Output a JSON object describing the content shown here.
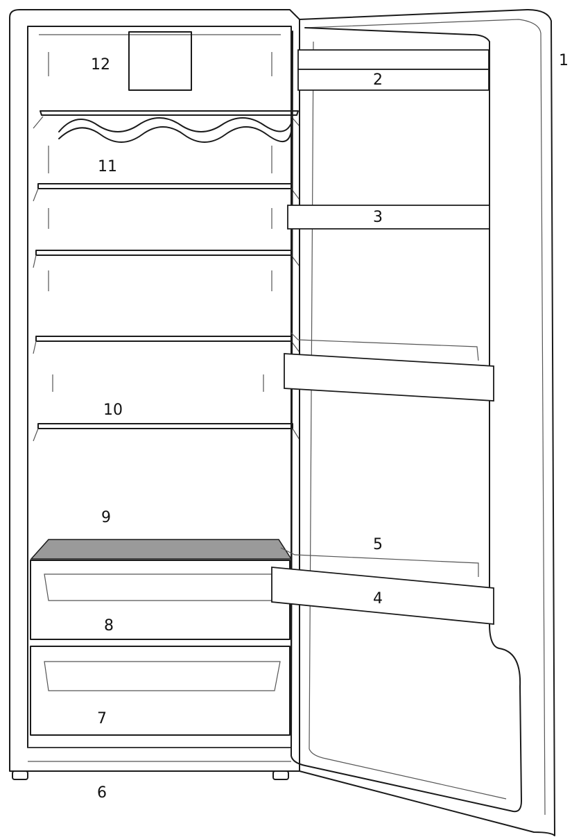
{
  "callouts": {
    "c1": "1",
    "c2": "2",
    "c3": "3",
    "c4": "4",
    "c5": "5",
    "c6": "6",
    "c7": "7",
    "c8": "8",
    "c9": "9",
    "c10": "10",
    "c11": "11",
    "c12": "12"
  },
  "colors": {
    "line": "#1a1a1a",
    "crisper_cover": "#9a9a9a"
  }
}
